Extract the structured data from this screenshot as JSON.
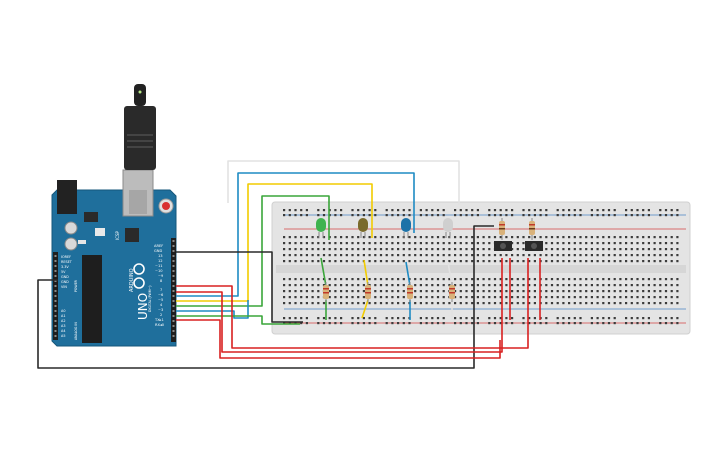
{
  "arduino": {
    "brand": "ARDUINO",
    "model": "UNO",
    "icsp": "ICSP",
    "reset": "RESET",
    "aref": "AREF",
    "gnd": "GND",
    "pin13": "13",
    "pin12": "12",
    "pin11": "~11",
    "pin10": "~10",
    "pin9": "~9",
    "pin8": "8",
    "pin7": "7",
    "pin6": "~6",
    "pin5": "~5",
    "pin4": "4",
    "pin3": "~3",
    "pin2": "2",
    "tx1": "TX▸1",
    "rx0": "RX◂0",
    "digital": "DIGITAL (PWM~)",
    "power": "POWER",
    "analog_in": "ANALOG IN",
    "ioref": "IOREF",
    "v33": "3.3V",
    "v5": "5V",
    "vin": "VIN",
    "a0": "A0",
    "a1": "A1",
    "a2": "A2",
    "a3": "A3",
    "a4": "A4",
    "a5": "A5"
  },
  "colors": {
    "board": "#1f6f9c",
    "breadboard": "#e6e6e6",
    "wire_red": "#d92020",
    "wire_black": "#2a2a2a",
    "wire_yellow": "#f2cc00",
    "wire_blue": "#1e8bc3",
    "wire_green": "#3aa63a",
    "wire_white": "#e2e2e2",
    "led_green": "#3fb34f",
    "led_yellow": "#7a6a2a",
    "led_blue": "#1d72a8",
    "led_white": "#cfcfcf"
  },
  "components": {
    "leds": [
      "led-green",
      "led-yellow",
      "led-blue",
      "led-white"
    ],
    "resistors": 6,
    "pushbuttons": 2
  }
}
